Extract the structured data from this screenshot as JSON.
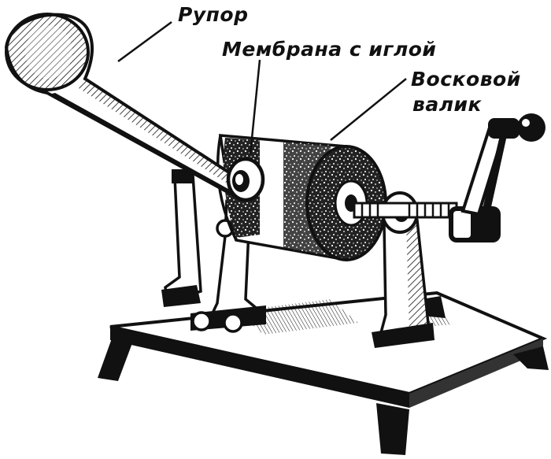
{
  "labels": {
    "horn": "Рупор",
    "membrane": "Мембрана с иглой",
    "cylinder_line1": "Восковой",
    "cylinder_line2": "валик"
  },
  "colors": {
    "ink": "#111111",
    "paper": "#ffffff"
  },
  "icons": {
    "horn": "horn-icon",
    "membrane": "membrane-icon",
    "cylinder": "wax-cylinder-icon",
    "crank": "crank-handle-icon",
    "base": "base-plate-icon"
  }
}
